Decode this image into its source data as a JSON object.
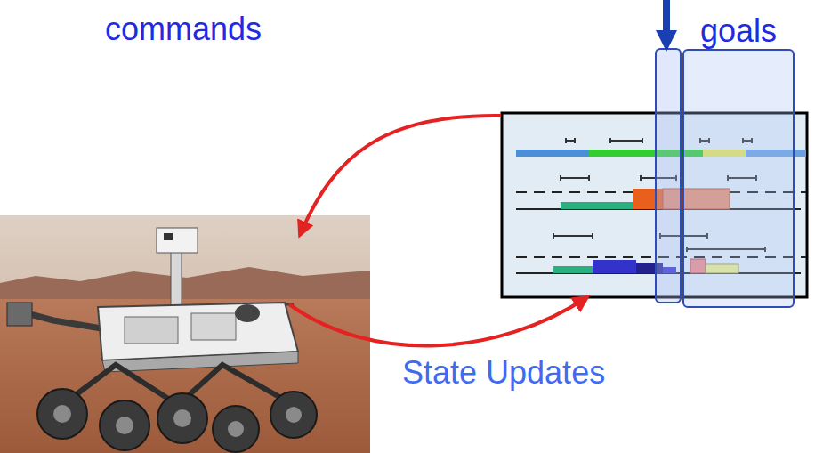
{
  "diagram": {
    "nodes": [
      {
        "text": [
          "goals"
        ]
      }
    ],
    "labels": [
      "commands",
      "State Updates"
    ]
  }
}
